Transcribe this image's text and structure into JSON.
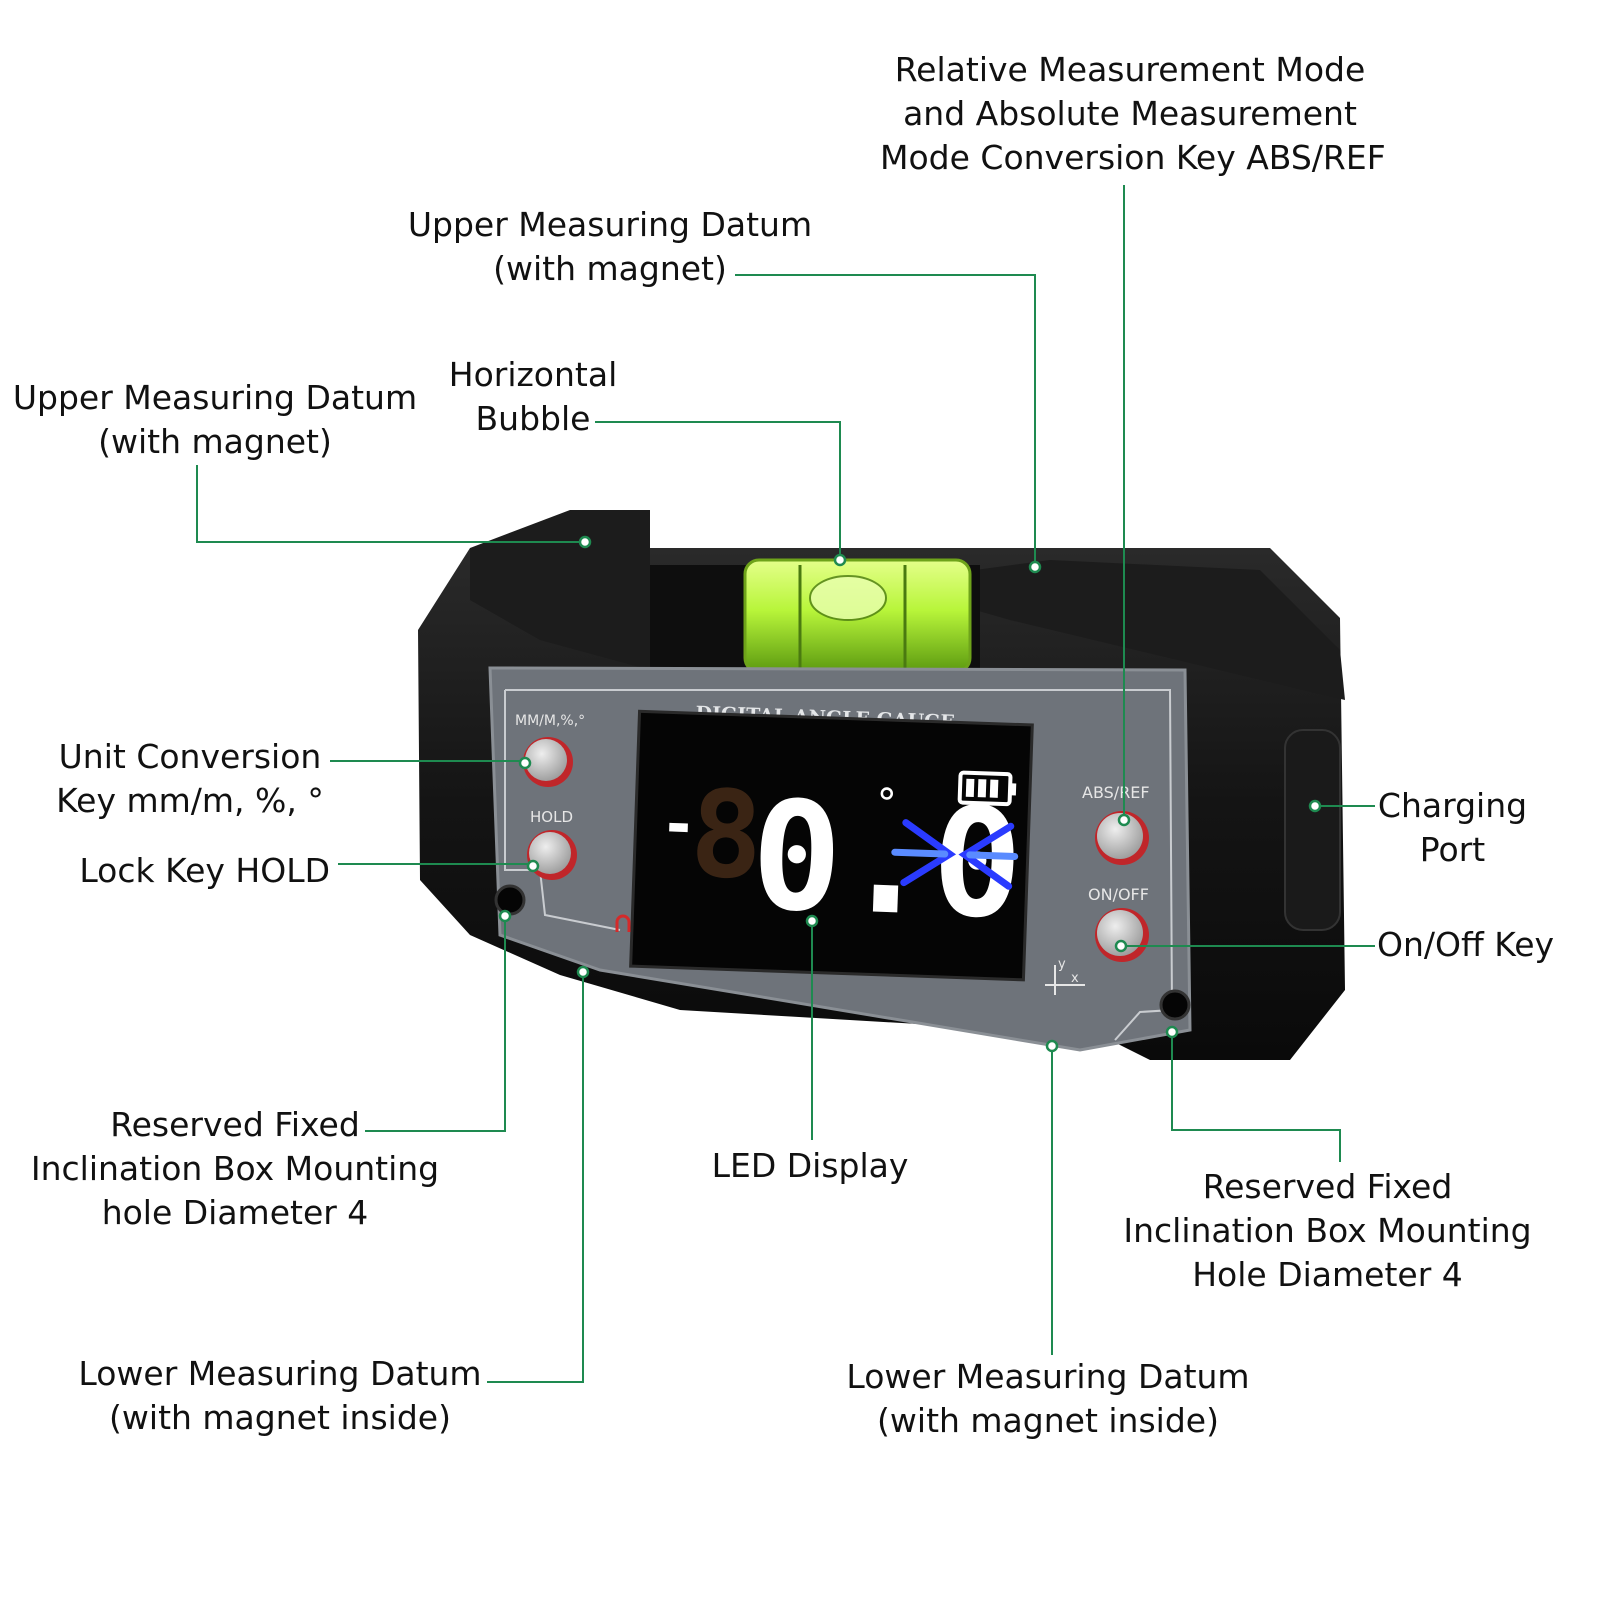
{
  "colors": {
    "leader": "#1e8a50",
    "body": "#141414",
    "panel": "#6e737a",
    "screen": "#050505",
    "bubble": "#b8f53a",
    "button_ring": "#d42a2a",
    "digits": "#ffffff",
    "indicator": "#2a3bff"
  },
  "device": {
    "brand_text": "DIGITAL ANGLE GAUGE",
    "key_unit_label": "MM/M,%,°",
    "key_hold_label": "HOLD",
    "key_absref_label": "ABS/REF",
    "key_onoff_label": "ON/OFF",
    "display_sign": "-",
    "display_value": "0.0",
    "display_unit": "°",
    "axis_y": "y",
    "axis_x": "x"
  },
  "callouts": {
    "abs_ref": [
      "Relative Measurement Mode",
      "and Absolute Measurement",
      "Mode Conversion Key ABS/REF"
    ],
    "upper_datum_right": [
      "Upper Measuring Datum",
      "(with magnet)"
    ],
    "bubble": [
      "Horizontal",
      "Bubble"
    ],
    "upper_datum_left": [
      "Upper Measuring Datum",
      "(with magnet)"
    ],
    "unit_key": [
      "Unit Conversion",
      "Key mm/m, %, °"
    ],
    "hold_key": [
      "Lock Key HOLD"
    ],
    "charging": [
      "Charging",
      "Port"
    ],
    "onoff": [
      "On/Off Key"
    ],
    "hole_left": [
      "Reserved Fixed",
      "Inclination Box Mounting",
      "hole Diameter 4"
    ],
    "led": [
      "LED Display"
    ],
    "hole_right": [
      "Reserved Fixed",
      "Inclination Box Mounting",
      "Hole Diameter 4"
    ],
    "lower_datum_left": [
      "Lower Measuring Datum",
      "(with magnet inside)"
    ],
    "lower_datum_right": [
      "Lower Measuring Datum",
      "(with magnet inside)"
    ]
  }
}
